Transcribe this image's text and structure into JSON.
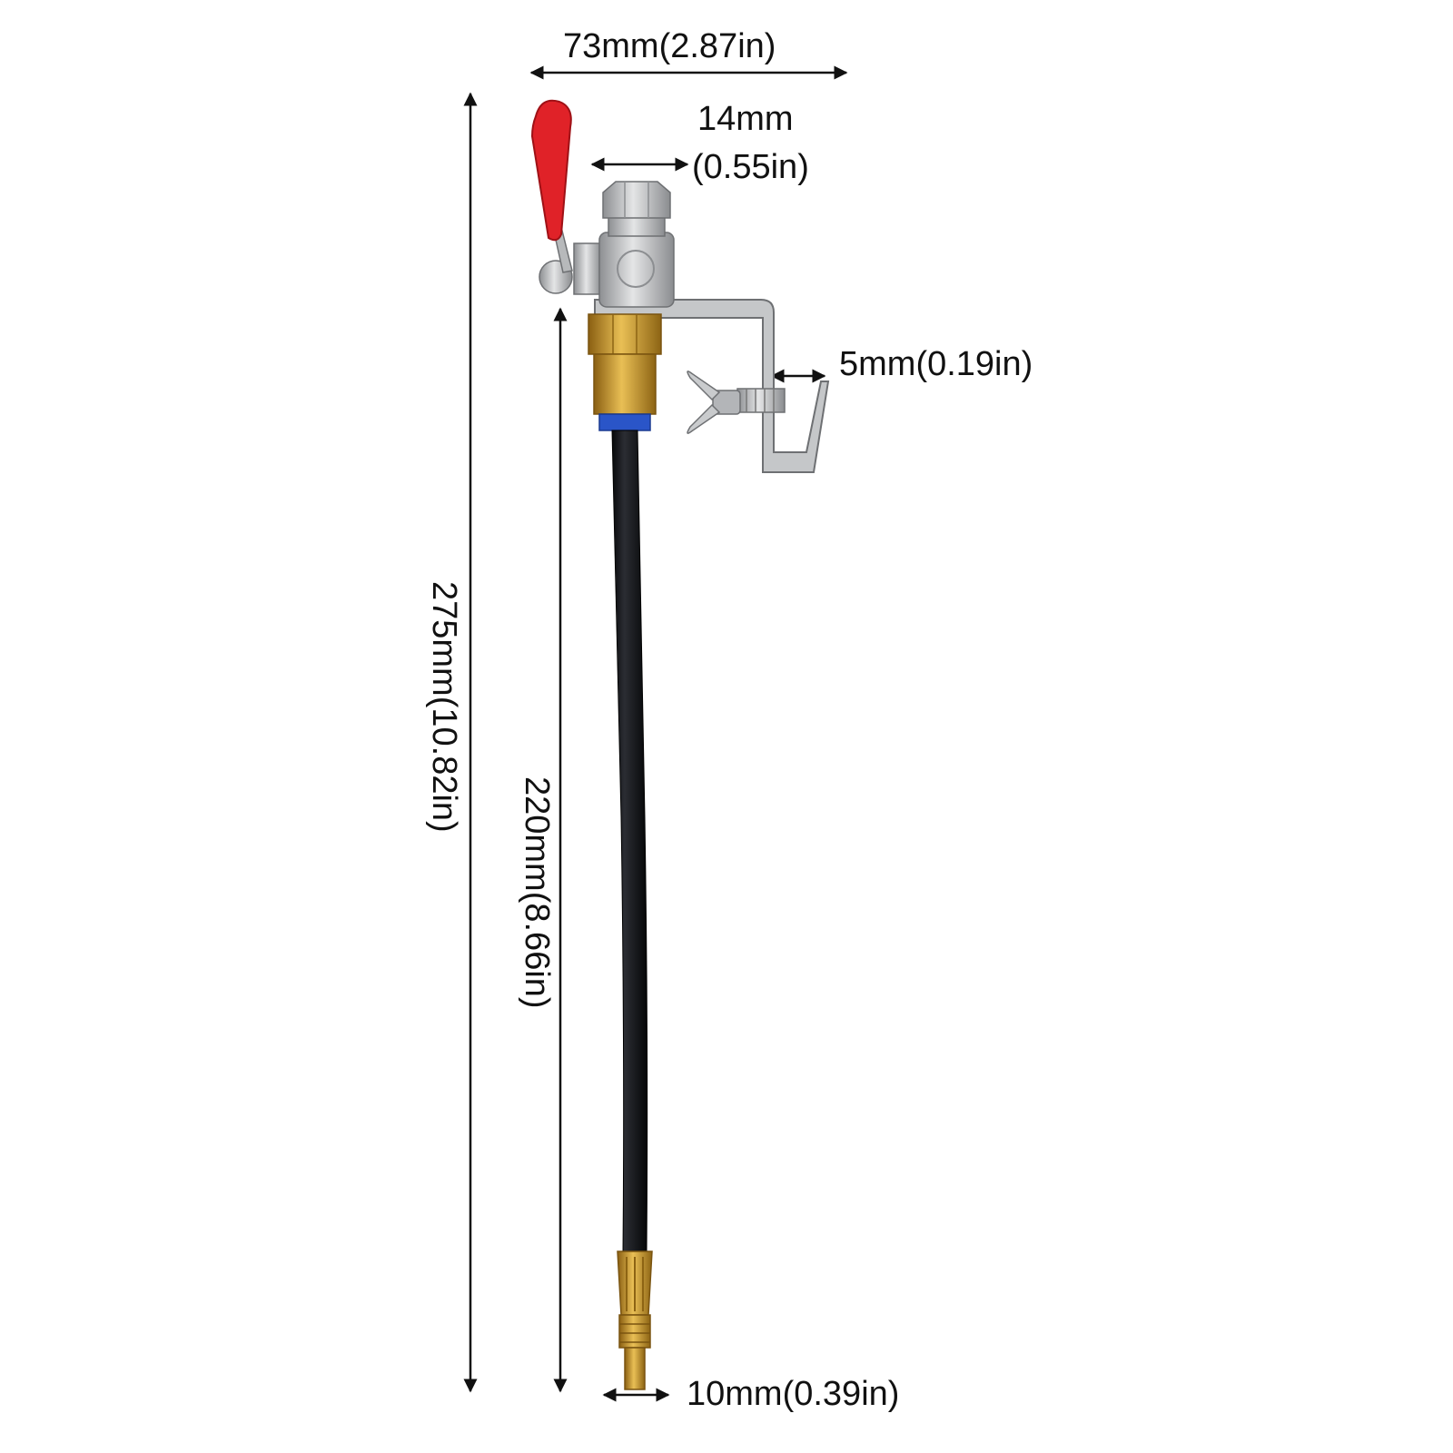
{
  "dimensions": {
    "overall_width": "73mm(2.87in)",
    "valve_outlet_top": "14mm",
    "valve_outlet_bottom": "(0.55in)",
    "bracket_gap": "5mm(0.19in)",
    "overall_length": "275mm(10.82in)",
    "hose_length": "220mm(8.66in)",
    "nozzle_diameter": "10mm(0.39in)"
  },
  "colors": {
    "handle": "#e02228",
    "hose": "#15161a",
    "brass": "#c7952c",
    "blue_ring": "#2a55c8",
    "steel": "#b9bbbd",
    "line": "#111111"
  }
}
